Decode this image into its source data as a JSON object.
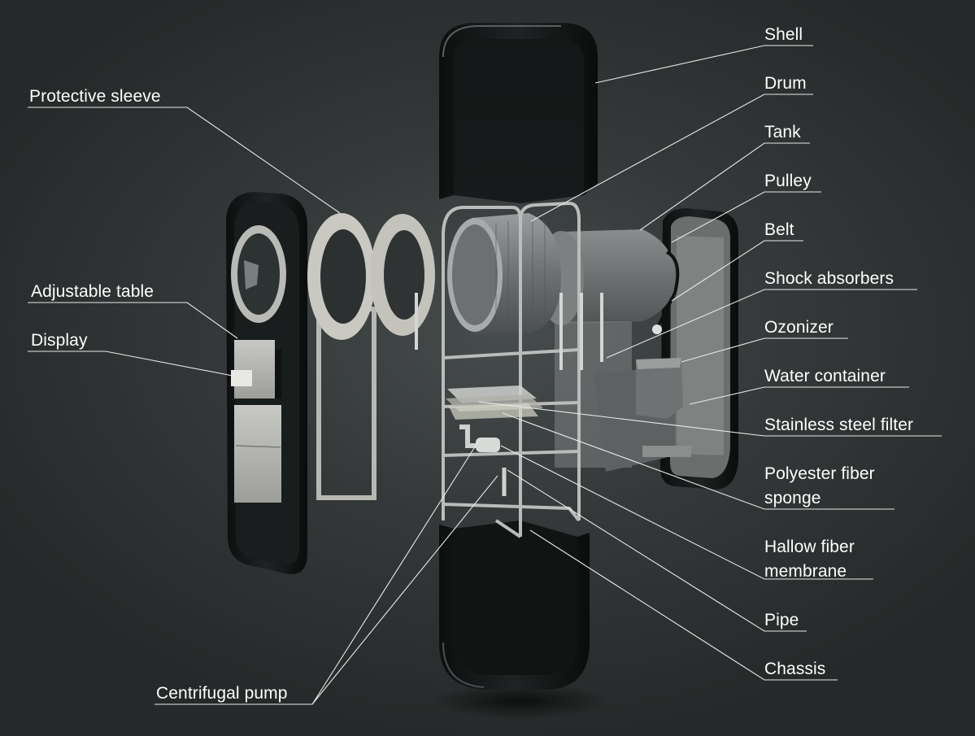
{
  "diagram": {
    "labels": {
      "shell": "Shell",
      "drum": "Drum",
      "tank": "Tank",
      "pulley": "Pulley",
      "belt": "Belt",
      "shock_absorbers": "Shock absorbers",
      "ozonizer": "Ozonizer",
      "water_container": "Water container",
      "stainless_steel_filter": "Stainless steel filter",
      "polyester_fiber_sponge_line1": "Polyester fiber",
      "polyester_fiber_sponge_line2": "sponge",
      "hallow_fiber_membrane_line1": "Hallow fiber",
      "hallow_fiber_membrane_line2": "membrane",
      "pipe": "Pipe",
      "chassis": "Chassis",
      "protective_sleeve": "Protective sleeve",
      "adjustable_table": "Adjustable table",
      "display": "Display",
      "centrifugal_pump": "Centrifugal pump"
    },
    "colors": {
      "background": "#2f3333",
      "label_text": "#ffffff",
      "leader_line": "#e8e8e8",
      "panel_dark": "#151717",
      "ring_light": "#c9c9c2"
    }
  }
}
